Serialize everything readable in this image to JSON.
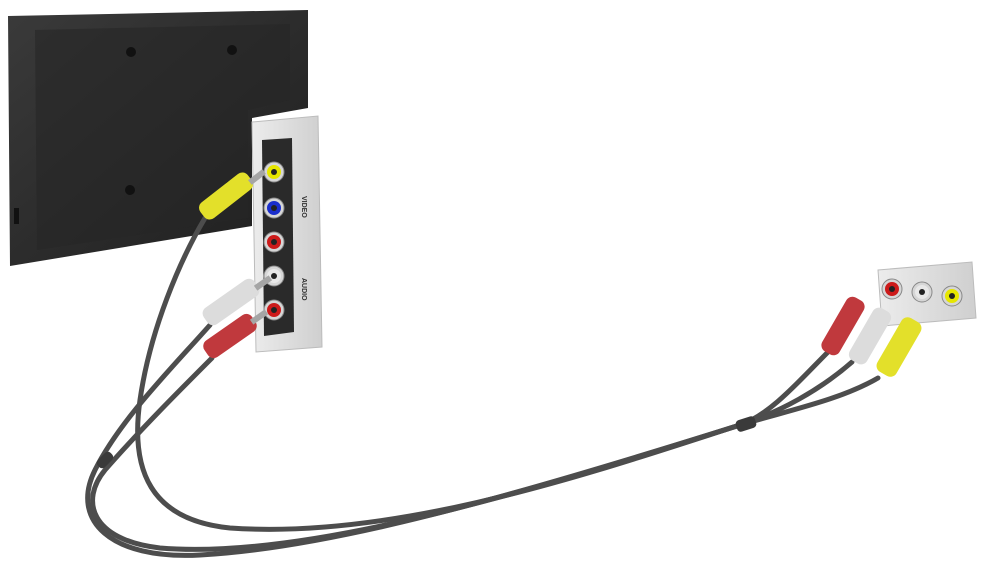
{
  "tv_panel": {
    "video_label": "VIDEO",
    "audio_label": "AUDIO",
    "ports": [
      {
        "name": "video-port",
        "color": "#e6e600"
      },
      {
        "name": "pb-port",
        "color": "#1a2ecc"
      },
      {
        "name": "pr-port",
        "color": "#cc1a1a"
      },
      {
        "name": "audio-left-port",
        "color": "#e8e8e8"
      },
      {
        "name": "audio-right-port",
        "color": "#cc1a1a"
      }
    ]
  },
  "device_panel": {
    "ports": [
      {
        "name": "audio-right-out-port",
        "color": "#cc1a1a"
      },
      {
        "name": "audio-left-out-port",
        "color": "#e8e8e8"
      },
      {
        "name": "video-out-port",
        "color": "#e6e600"
      }
    ]
  },
  "colors": {
    "cable": "#4d4d4d",
    "yellow_plug": "#e3e02a",
    "white_plug": "#dcdcdc",
    "red_plug": "#c0393d",
    "tv_body": "#2d2d2d"
  }
}
